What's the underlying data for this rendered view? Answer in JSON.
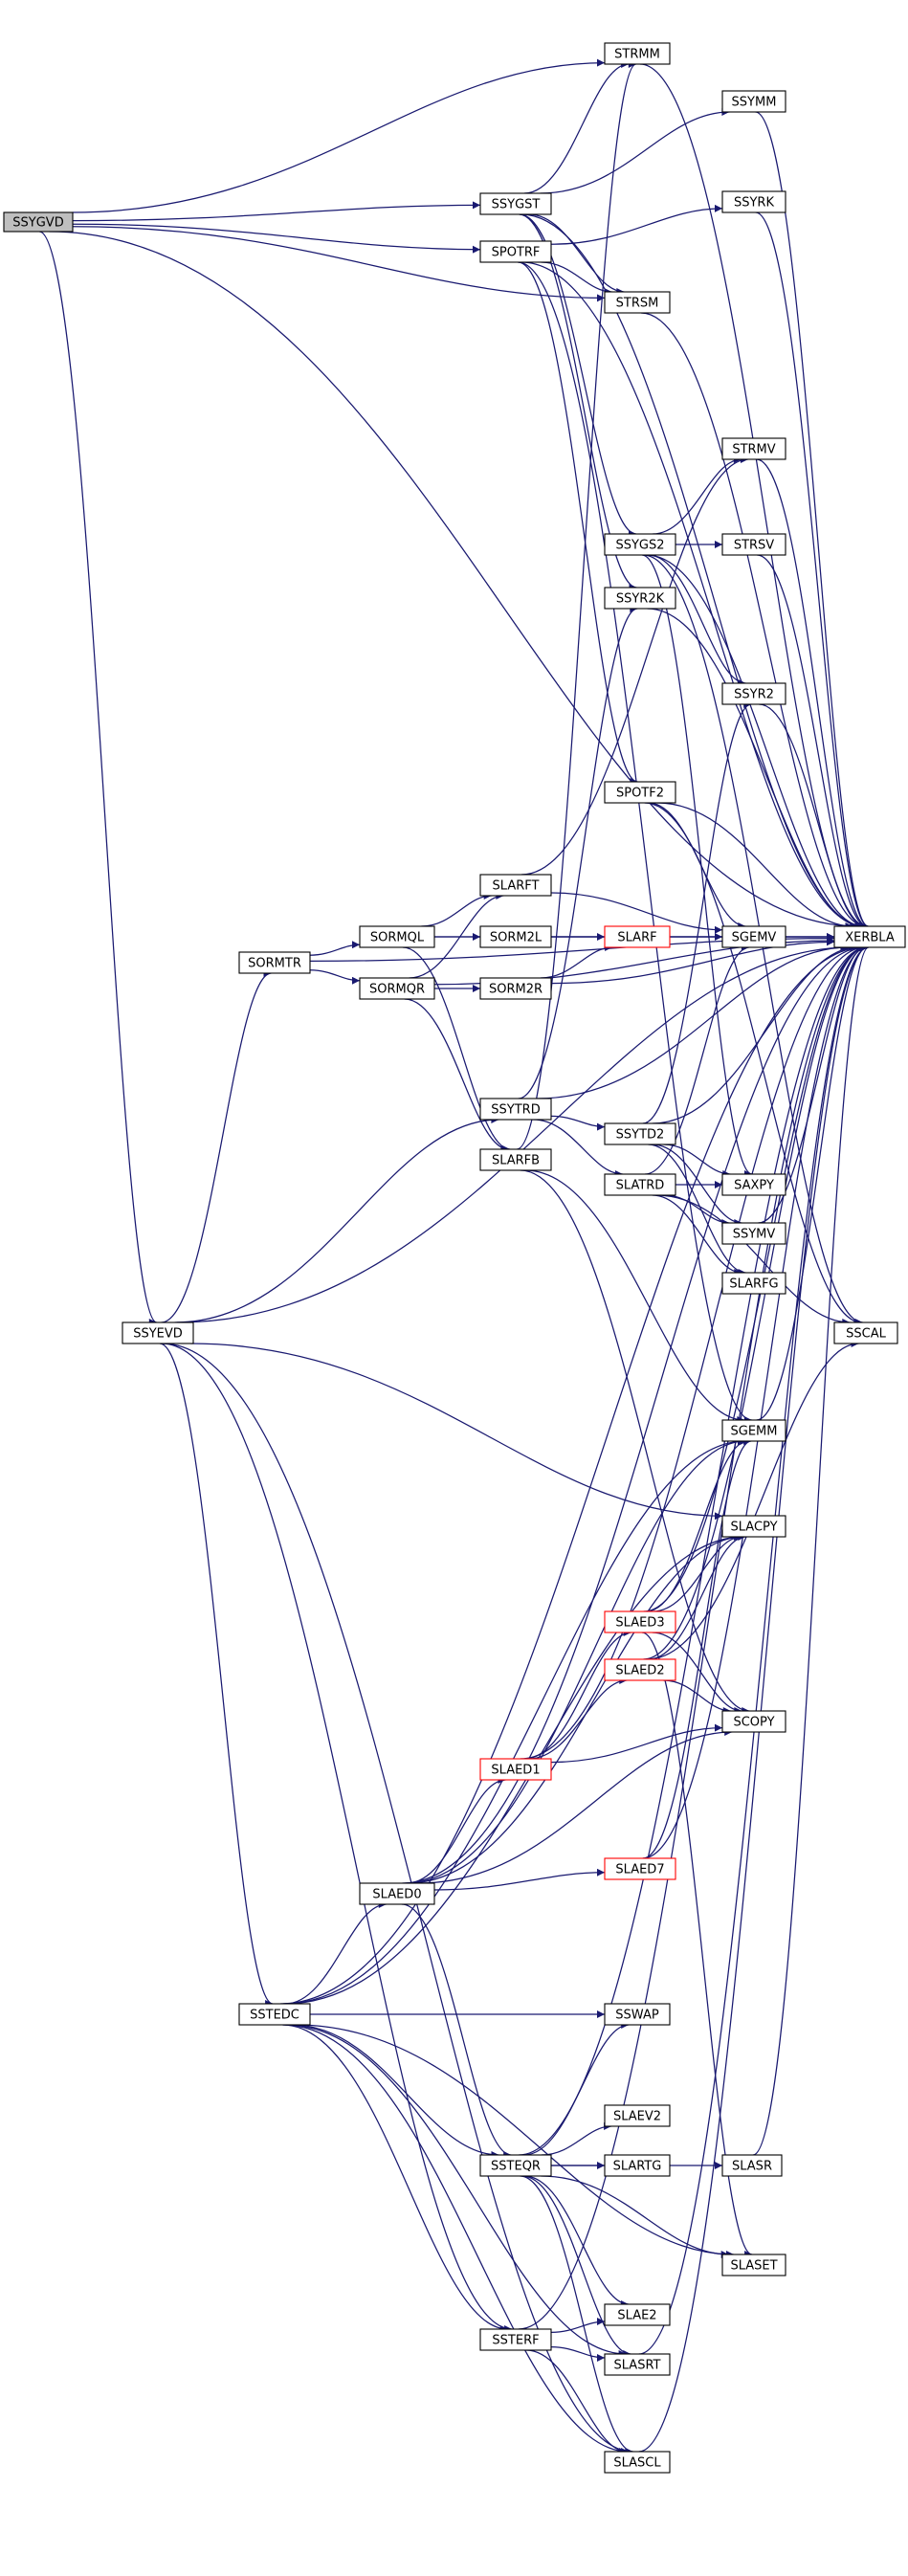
{
  "diagram": {
    "type": "call-graph",
    "colors": {
      "edge": "#191970",
      "root_fill": "#bfbfbf",
      "node_border": "#000000",
      "linked_border": "#ff0000",
      "background": "#ffffff"
    },
    "nodes": [
      {
        "id": "SSYGVD",
        "label": "SSYGVD",
        "style": "root"
      },
      {
        "id": "STRMM",
        "label": "STRMM",
        "style": "normal"
      },
      {
        "id": "SSYGST",
        "label": "SSYGST",
        "style": "normal"
      },
      {
        "id": "SSYMM",
        "label": "SSYMM",
        "style": "normal"
      },
      {
        "id": "SPOTRF",
        "label": "SPOTRF",
        "style": "normal"
      },
      {
        "id": "SSYRK",
        "label": "SSYRK",
        "style": "normal"
      },
      {
        "id": "STRSM",
        "label": "STRSM",
        "style": "normal"
      },
      {
        "id": "STRMV",
        "label": "STRMV",
        "style": "normal"
      },
      {
        "id": "SSYGS2",
        "label": "SSYGS2",
        "style": "normal"
      },
      {
        "id": "STRSV",
        "label": "STRSV",
        "style": "normal"
      },
      {
        "id": "SSYR2K",
        "label": "SSYR2K",
        "style": "normal"
      },
      {
        "id": "SSYR2",
        "label": "SSYR2",
        "style": "normal"
      },
      {
        "id": "SPOTF2",
        "label": "SPOTF2",
        "style": "normal"
      },
      {
        "id": "SLARFT",
        "label": "SLARFT",
        "style": "normal"
      },
      {
        "id": "SORMQL",
        "label": "SORMQL",
        "style": "normal"
      },
      {
        "id": "SORM2L",
        "label": "SORM2L",
        "style": "normal"
      },
      {
        "id": "SLARF",
        "label": "SLARF",
        "style": "linked"
      },
      {
        "id": "SGEMV",
        "label": "SGEMV",
        "style": "normal"
      },
      {
        "id": "XERBLA",
        "label": "XERBLA",
        "style": "normal"
      },
      {
        "id": "SORMTR",
        "label": "SORMTR",
        "style": "normal"
      },
      {
        "id": "SORMQR",
        "label": "SORMQR",
        "style": "normal"
      },
      {
        "id": "SORM2R",
        "label": "SORM2R",
        "style": "normal"
      },
      {
        "id": "SSYTRD",
        "label": "SSYTRD",
        "style": "normal"
      },
      {
        "id": "SSYTD2",
        "label": "SSYTD2",
        "style": "normal"
      },
      {
        "id": "SLARFB",
        "label": "SLARFB",
        "style": "normal"
      },
      {
        "id": "SLATRD",
        "label": "SLATRD",
        "style": "normal"
      },
      {
        "id": "SAXPY",
        "label": "SAXPY",
        "style": "normal"
      },
      {
        "id": "SSYMV",
        "label": "SSYMV",
        "style": "normal"
      },
      {
        "id": "SLARFG",
        "label": "SLARFG",
        "style": "normal"
      },
      {
        "id": "SSYEVD",
        "label": "SSYEVD",
        "style": "normal"
      },
      {
        "id": "SSCAL",
        "label": "SSCAL",
        "style": "normal"
      },
      {
        "id": "SGEMM",
        "label": "SGEMM",
        "style": "normal"
      },
      {
        "id": "SLACPY",
        "label": "SLACPY",
        "style": "normal"
      },
      {
        "id": "SLAED3",
        "label": "SLAED3",
        "style": "linked"
      },
      {
        "id": "SLAED2",
        "label": "SLAED2",
        "style": "linked"
      },
      {
        "id": "SCOPY",
        "label": "SCOPY",
        "style": "normal"
      },
      {
        "id": "SLAED1",
        "label": "SLAED1",
        "style": "linked"
      },
      {
        "id": "SLAED7",
        "label": "SLAED7",
        "style": "linked"
      },
      {
        "id": "SLAED0",
        "label": "SLAED0",
        "style": "normal"
      },
      {
        "id": "SSTEDC",
        "label": "SSTEDC",
        "style": "normal"
      },
      {
        "id": "SSWAP",
        "label": "SSWAP",
        "style": "normal"
      },
      {
        "id": "SLAEV2",
        "label": "SLAEV2",
        "style": "normal"
      },
      {
        "id": "SSTEQR",
        "label": "SSTEQR",
        "style": "normal"
      },
      {
        "id": "SLARTG",
        "label": "SLARTG",
        "style": "normal"
      },
      {
        "id": "SLASR",
        "label": "SLASR",
        "style": "normal"
      },
      {
        "id": "SLASET",
        "label": "SLASET",
        "style": "normal"
      },
      {
        "id": "SLAE2",
        "label": "SLAE2",
        "style": "normal"
      },
      {
        "id": "SSTERF",
        "label": "SSTERF",
        "style": "normal"
      },
      {
        "id": "SLASRT",
        "label": "SLASRT",
        "style": "normal"
      },
      {
        "id": "SLASCL",
        "label": "SLASCL",
        "style": "normal"
      }
    ],
    "edges": [
      [
        "SSYGVD",
        "STRMM"
      ],
      [
        "SSYGVD",
        "SSYGST"
      ],
      [
        "SSYGVD",
        "SPOTRF"
      ],
      [
        "SSYGVD",
        "STRSM"
      ],
      [
        "SSYGVD",
        "SSYEVD"
      ],
      [
        "SSYGVD",
        "XERBLA"
      ],
      [
        "SSYGST",
        "STRMM"
      ],
      [
        "SSYGST",
        "SSYMM"
      ],
      [
        "SSYGST",
        "STRSM"
      ],
      [
        "SSYGST",
        "SSYGS2"
      ],
      [
        "SSYGST",
        "SSYR2K"
      ],
      [
        "SSYGST",
        "XERBLA"
      ],
      [
        "SPOTRF",
        "SSYRK"
      ],
      [
        "SPOTRF",
        "STRSM"
      ],
      [
        "SPOTRF",
        "SPOTF2"
      ],
      [
        "SPOTRF",
        "SGEMM"
      ],
      [
        "SPOTRF",
        "XERBLA"
      ],
      [
        "STRMM",
        "XERBLA"
      ],
      [
        "SSYMM",
        "XERBLA"
      ],
      [
        "SSYRK",
        "XERBLA"
      ],
      [
        "STRSM",
        "XERBLA"
      ],
      [
        "STRMV",
        "XERBLA"
      ],
      [
        "STRSV",
        "XERBLA"
      ],
      [
        "SSYR2K",
        "XERBLA"
      ],
      [
        "SSYR2",
        "XERBLA"
      ],
      [
        "SSYGS2",
        "STRMV"
      ],
      [
        "SSYGS2",
        "STRSV"
      ],
      [
        "SSYGS2",
        "SSYR2"
      ],
      [
        "SSYGS2",
        "SAXPY"
      ],
      [
        "SSYGS2",
        "SSCAL"
      ],
      [
        "SSYGS2",
        "XERBLA"
      ],
      [
        "SPOTF2",
        "SGEMV"
      ],
      [
        "SPOTF2",
        "SSCAL"
      ],
      [
        "SPOTF2",
        "XERBLA"
      ],
      [
        "SORMTR",
        "SORMQL"
      ],
      [
        "SORMTR",
        "SORMQR"
      ],
      [
        "SORMTR",
        "XERBLA"
      ],
      [
        "SORMQL",
        "SLARFT"
      ],
      [
        "SORMQL",
        "SORM2L"
      ],
      [
        "SORMQL",
        "SLARFB"
      ],
      [
        "SORMQL",
        "XERBLA"
      ],
      [
        "SORMQR",
        "SLARFT"
      ],
      [
        "SORMQR",
        "SORM2R"
      ],
      [
        "SORMQR",
        "SLARFB"
      ],
      [
        "SORMQR",
        "XERBLA"
      ],
      [
        "SORM2L",
        "SLARF"
      ],
      [
        "SORM2L",
        "XERBLA"
      ],
      [
        "SORM2R",
        "SLARF"
      ],
      [
        "SORM2R",
        "XERBLA"
      ],
      [
        "SLARFT",
        "SGEMV"
      ],
      [
        "SLARFT",
        "STRMV"
      ],
      [
        "SLARF",
        "SGEMV"
      ],
      [
        "SGEMV",
        "XERBLA"
      ],
      [
        "SLARFB",
        "STRMM"
      ],
      [
        "SLARFB",
        "SGEMM"
      ],
      [
        "SLARFB",
        "SCOPY"
      ],
      [
        "SSYTRD",
        "SSYTD2"
      ],
      [
        "SSYTRD",
        "SLATRD"
      ],
      [
        "SSYTRD",
        "SSYR2K"
      ],
      [
        "SSYTRD",
        "XERBLA"
      ],
      [
        "SSYTD2",
        "SSYR2"
      ],
      [
        "SSYTD2",
        "SAXPY"
      ],
      [
        "SSYTD2",
        "SSYMV"
      ],
      [
        "SSYTD2",
        "SLARFG"
      ],
      [
        "SSYTD2",
        "XERBLA"
      ],
      [
        "SLATRD",
        "SGEMV"
      ],
      [
        "SLATRD",
        "SAXPY"
      ],
      [
        "SLATRD",
        "SSYMV"
      ],
      [
        "SLATRD",
        "SLARFG"
      ],
      [
        "SLATRD",
        "SSCAL"
      ],
      [
        "SSYMV",
        "XERBLA"
      ],
      [
        "SSYEVD",
        "SORMTR"
      ],
      [
        "SSYEVD",
        "SSYTRD"
      ],
      [
        "SSYEVD",
        "SLACPY"
      ],
      [
        "SSYEVD",
        "SSTEDC"
      ],
      [
        "SSYEVD",
        "SSTERF"
      ],
      [
        "SSYEVD",
        "SLASCL"
      ],
      [
        "SSYEVD",
        "XERBLA"
      ],
      [
        "SGEMM",
        "XERBLA"
      ],
      [
        "SLAED3",
        "SGEMM"
      ],
      [
        "SLAED3",
        "SLACPY"
      ],
      [
        "SLAED3",
        "SCOPY"
      ],
      [
        "SLAED3",
        "SLASET"
      ],
      [
        "SLAED3",
        "XERBLA"
      ],
      [
        "SLAED2",
        "SLACPY"
      ],
      [
        "SLAED2",
        "SCOPY"
      ],
      [
        "SLAED2",
        "SSCAL"
      ],
      [
        "SLAED2",
        "XERBLA"
      ],
      [
        "SLAED1",
        "SLAED3"
      ],
      [
        "SLAED1",
        "SLAED2"
      ],
      [
        "SLAED1",
        "SCOPY"
      ],
      [
        "SLAED1",
        "XERBLA"
      ],
      [
        "SLAED7",
        "SGEMM"
      ],
      [
        "SLAED7",
        "XERBLA"
      ],
      [
        "SLAED0",
        "SLAED1"
      ],
      [
        "SLAED0",
        "SLAED7"
      ],
      [
        "SLAED0",
        "SGEMM"
      ],
      [
        "SLAED0",
        "SLACPY"
      ],
      [
        "SLAED0",
        "SCOPY"
      ],
      [
        "SLAED0",
        "SSTEQR"
      ],
      [
        "SLAED0",
        "XERBLA"
      ],
      [
        "SSTEDC",
        "SLAED0"
      ],
      [
        "SSTEDC",
        "SGEMM"
      ],
      [
        "SSTEDC",
        "SLACPY"
      ],
      [
        "SSTEDC",
        "SSWAP"
      ],
      [
        "SSTEDC",
        "SSTEQR"
      ],
      [
        "SSTEDC",
        "SSTERF"
      ],
      [
        "SSTEDC",
        "SLASET"
      ],
      [
        "SSTEDC",
        "SLASCL"
      ],
      [
        "SSTEDC",
        "SLASRT"
      ],
      [
        "SSTEDC",
        "XERBLA"
      ],
      [
        "SSTEQR",
        "SSWAP"
      ],
      [
        "SSTEQR",
        "SLAEV2"
      ],
      [
        "SSTEQR",
        "SLARTG"
      ],
      [
        "SSTEQR",
        "SLASR"
      ],
      [
        "SSTEQR",
        "SLASET"
      ],
      [
        "SSTEQR",
        "SLAE2"
      ],
      [
        "SSTEQR",
        "SLASRT"
      ],
      [
        "SSTEQR",
        "SLASCL"
      ],
      [
        "SSTEQR",
        "XERBLA"
      ],
      [
        "SLASR",
        "XERBLA"
      ],
      [
        "SLASRT",
        "XERBLA"
      ],
      [
        "SSTERF",
        "SLAE2"
      ],
      [
        "SSTERF",
        "SLASRT"
      ],
      [
        "SSTERF",
        "SLASCL"
      ],
      [
        "SSTERF",
        "XERBLA"
      ],
      [
        "SLASCL",
        "XERBLA"
      ]
    ]
  }
}
